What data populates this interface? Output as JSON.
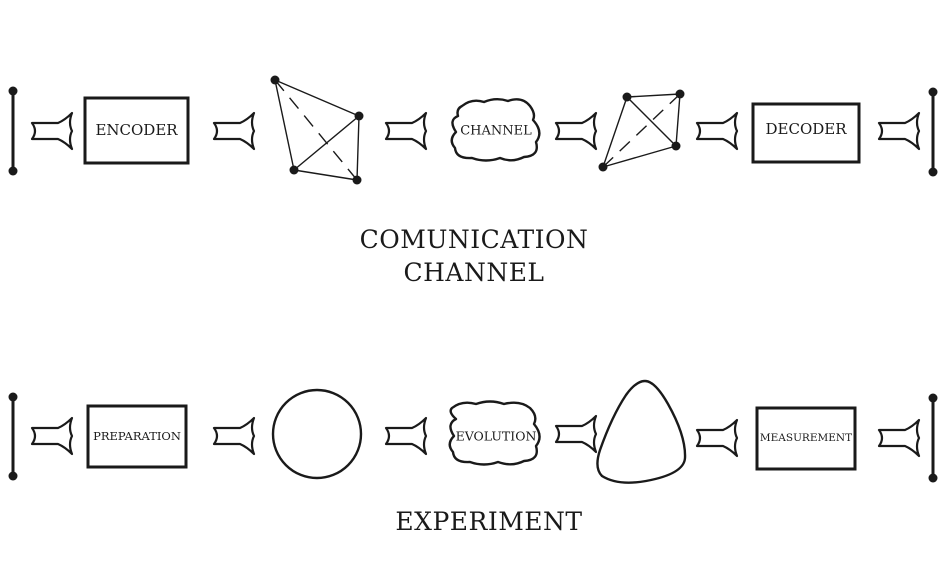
{
  "communication": {
    "encoder": "ENCODER",
    "channel": "CHANNEL",
    "decoder": "DECODER",
    "caption_line1": "COMUNICATION",
    "caption_line2": "CHANNEL"
  },
  "experiment": {
    "preparation": "PREPARATION",
    "evolution": "EVOLUTION",
    "measurement": "MEASUREMENT",
    "caption": "EXPERIMENT"
  }
}
